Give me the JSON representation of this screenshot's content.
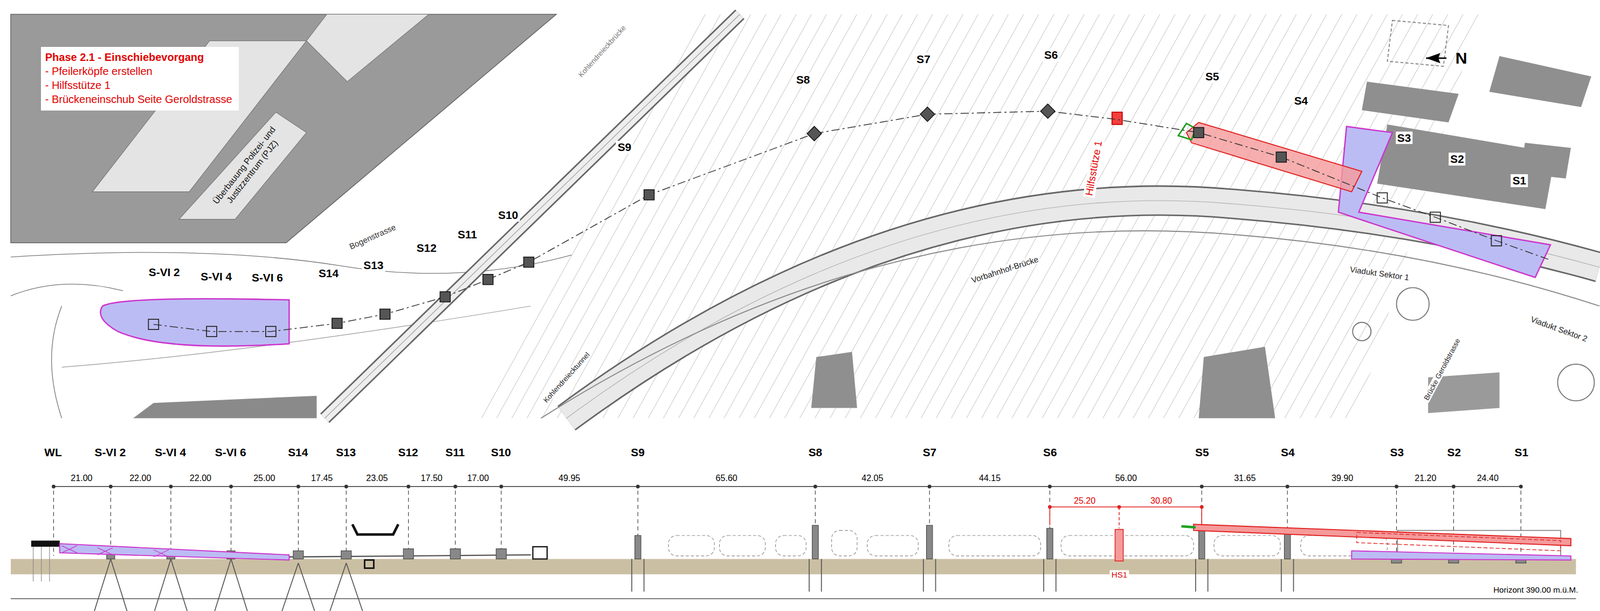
{
  "diagram": {
    "nodes": [
      {
        "text": [
          "Phase 2.1 - Einschiebevorgang",
          "- Pfeilerköpfe erstellen",
          "- Hilfsstütze 1",
          "- Brückeneinschub Seite Geroldstrasse"
        ]
      }
    ],
    "labels": [
      "Überbauung Polizei- und Justizzentrum (PJZ)",
      "Bogenstrasse",
      "S-VI 2",
      "S-VI 4",
      "S-VI 6",
      "S14",
      "S13",
      "S12",
      "S11",
      "S10",
      "S9",
      "S8",
      "S7",
      "S6",
      "S5",
      "S4",
      "S3",
      "S2",
      "S1",
      "Hilfsstütze 1",
      "Vorbahnhof-Brücke",
      "Viadukt Sektor 1",
      "Viadukt Sektor 2",
      "Brücke Geroldstrasse",
      "Kohlendreiecktunnel",
      "Kohlendreieckbrücke",
      "N",
      "WL",
      "S-VI 2",
      "S-VI 4",
      "S-VI 6",
      "S14",
      "S13",
      "S12",
      "S11",
      "S10",
      "S9",
      "S8",
      "S7",
      "S6",
      "S5",
      "S4",
      "S3",
      "S2",
      "S1",
      "21.00",
      "22.00",
      "22.00",
      "25.00",
      "17.45",
      "23.05",
      "17.50",
      "17.00",
      "49.95",
      "65.60",
      "42.05",
      "44.15",
      "56.00",
      "31.65",
      "39.90",
      "21.20",
      "24.40",
      "25.20",
      "30.80",
      "HS1",
      "Horizont 390.00 m.ü.M."
    ]
  }
}
